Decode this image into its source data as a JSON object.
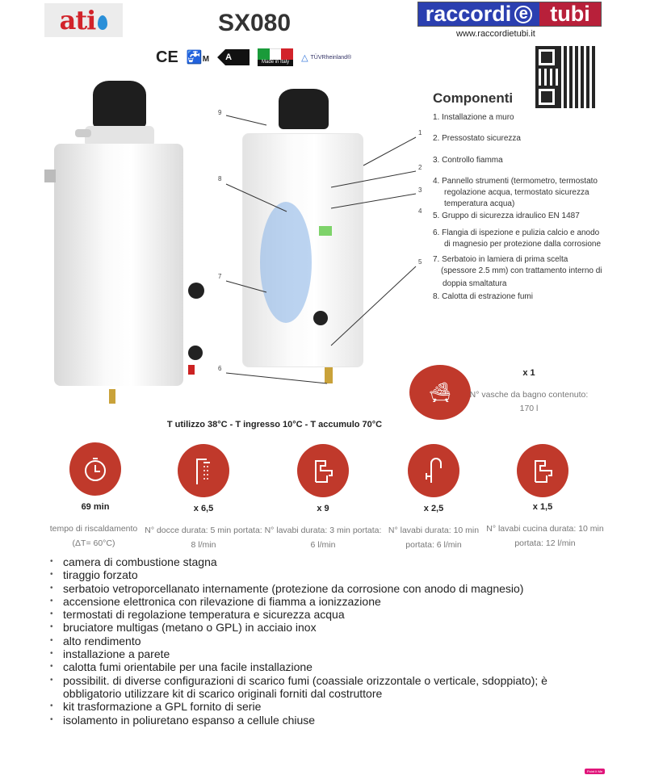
{
  "header": {
    "brand_logo": "ati",
    "model": "SX080",
    "retailer_logo_left": "raccordi",
    "retailer_logo_mid": "e",
    "retailer_logo_right": "tubi",
    "retailer_url": "www.raccordietubi.it"
  },
  "certifications": {
    "ce": "CE",
    "tap_class": "M",
    "energy_class": "A",
    "made_in": "Made in Italy",
    "tuv": "TÜVRheinland®"
  },
  "components": {
    "title": "Componenti",
    "items": [
      "1.  Installazione a muro",
      "2.  Pressostato sicurezza",
      "3.  Controllo fiamma",
      "4.  Pannello strumenti (termometro, termostato",
      "regolazione acqua, termostato sicurezza",
      "temperatura acqua)",
      "5.  Gruppo di sicurezza idraulico EN 1487",
      "6.  Flangia di ispezione e pulizia calcio e anodo",
      "di magnesio per protezione dalla  corrosione",
      "7.  Serbatoio in lamiera di prima scelta",
      "(spessore 2.5 mm) con trattamento interno di",
      "doppia smaltatura",
      "8.  Calotta di estrazione fumi"
    ]
  },
  "callouts": [
    "1",
    "2",
    "3",
    "4",
    "5",
    "6",
    "7",
    "8",
    "9"
  ],
  "bathtub": {
    "value": "x 1",
    "label": "N° vasche da bagno contenuto:",
    "volume": "170 l"
  },
  "conditions": "T utilizzo 38°C - T ingresso 10°C - T accumulo 70°C",
  "stats": [
    {
      "icon": "stopwatch",
      "value": "69 min",
      "line1": "tempo di riscaldamento",
      "line2": "(ΔT= 60°C)"
    },
    {
      "icon": "shower",
      "value": "x 6,5",
      "line1": "N° docce durata: 5 min portata:",
      "line2": "8 l/min"
    },
    {
      "icon": "basin-tap",
      "value": "x 9",
      "line1": "N° lavabi durata: 3 min portata:",
      "line2": "6 l/min"
    },
    {
      "icon": "kitchen-tap",
      "value": "x 2,5",
      "line1": "N° lavabi durata: 10 min",
      "line2": "portata: 6 l/min"
    },
    {
      "icon": "basin-tap",
      "value": "x 1,5",
      "line1": "N° lavabi cucina durata: 10 min",
      "line2": "portata: 12 l/min"
    }
  ],
  "features": [
    "camera di combustione stagna",
    "tiraggio forzato",
    "serbatoio vetroporcellanato internamente (protezione da corrosione con anodo di magnesio)",
    "accensione elettronica con rilevazione di fiamma a ionizzazione",
    "termostati di regolazione temperatura e sicurezza acqua",
    "bruciatore multigas (metano o GPL) in acciaio inox",
    "alto rendimento",
    "installazione a parete",
    "calotta fumi orientabile per una facile installazione",
    "possibilit. di diverse configurazioni di scarico fumi (coassiale orizzontale o verticale, sdoppiato); è obbligatorio utilizzare kit di scarico originali forniti dal costruttore",
    "kit trasformazione a GPL fornito di serie",
    "isolamento in poliuretano espanso a cellule chiuse"
  ],
  "badge": "Point It Me",
  "colors": {
    "accent_red": "#c0392b",
    "ati_red": "#d2232a",
    "retailer_blue": "#2b3fb0",
    "retailer_red": "#b8203a"
  }
}
